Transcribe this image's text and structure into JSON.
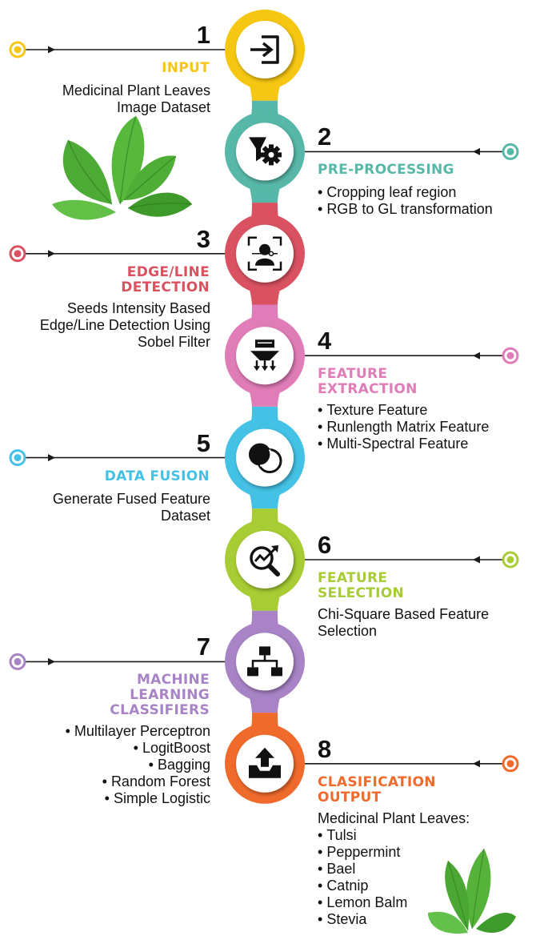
{
  "colors": {
    "yellow": "#F6C712",
    "teal": "#57B8A9",
    "red": "#DA5261",
    "pink": "#E07CB7",
    "blue": "#44C2E6",
    "lime": "#A8CC33",
    "purple": "#A883C6",
    "orange": "#F06A2B"
  },
  "steps": [
    {
      "number": "1",
      "title": [
        "INPUT"
      ],
      "text": [
        "Medicinal Plant Leaves",
        "Image Dataset"
      ],
      "bullets": [],
      "icon": "input-icon",
      "color": "#F6C712"
    },
    {
      "number": "2",
      "title": [
        "PRE-PROCESSING"
      ],
      "text": [],
      "bullets": [
        "Cropping leaf region",
        "RGB to GL transformation"
      ],
      "icon": "filter-gear-icon",
      "color": "#57B8A9"
    },
    {
      "number": "3",
      "title": [
        "EDGE/LINE",
        "DETECTION"
      ],
      "text": [
        "Seeds Intensity Based",
        "Edge/Line Detection Using",
        "Sobel Filter"
      ],
      "bullets": [],
      "icon": "face-scan-icon",
      "color": "#DA5261"
    },
    {
      "number": "4",
      "title": [
        "FEATURE",
        "EXTRACTION"
      ],
      "text": [],
      "bullets": [
        "Texture Feature",
        "Runlength Matrix Feature",
        "Multi-Spectral Feature"
      ],
      "icon": "funnel-data-icon",
      "color": "#E07CB7"
    },
    {
      "number": "5",
      "title": [
        "DATA FUSION"
      ],
      "text": [
        "Generate Fused Feature",
        "Dataset"
      ],
      "bullets": [],
      "icon": "overlap-circles-icon",
      "color": "#44C2E6"
    },
    {
      "number": "6",
      "title": [
        "FEATURE",
        "SELECTION"
      ],
      "text": [
        "Chi-Square Based Feature",
        "Selection"
      ],
      "bullets": [],
      "icon": "magnifier-chart-icon",
      "color": "#A8CC33"
    },
    {
      "number": "7",
      "title": [
        "MACHINE",
        "LEARNING",
        "CLASSIFIERS"
      ],
      "text": [],
      "bullets": [
        "Multilayer Perceptron",
        "LogitBoost",
        "Bagging",
        "Random Forest",
        "Simple Logistic"
      ],
      "icon": "hierarchy-icon",
      "color": "#A883C6"
    },
    {
      "number": "8",
      "title": [
        "CLASIFICATION",
        "OUTPUT"
      ],
      "text": [
        "Medicinal Plant Leaves:"
      ],
      "bullets": [
        "Tulsi",
        "Peppermint",
        "Bael",
        "Catnip",
        "Lemon Balm",
        "Stevia"
      ],
      "icon": "upload-tray-icon",
      "color": "#F06A2B"
    }
  ]
}
